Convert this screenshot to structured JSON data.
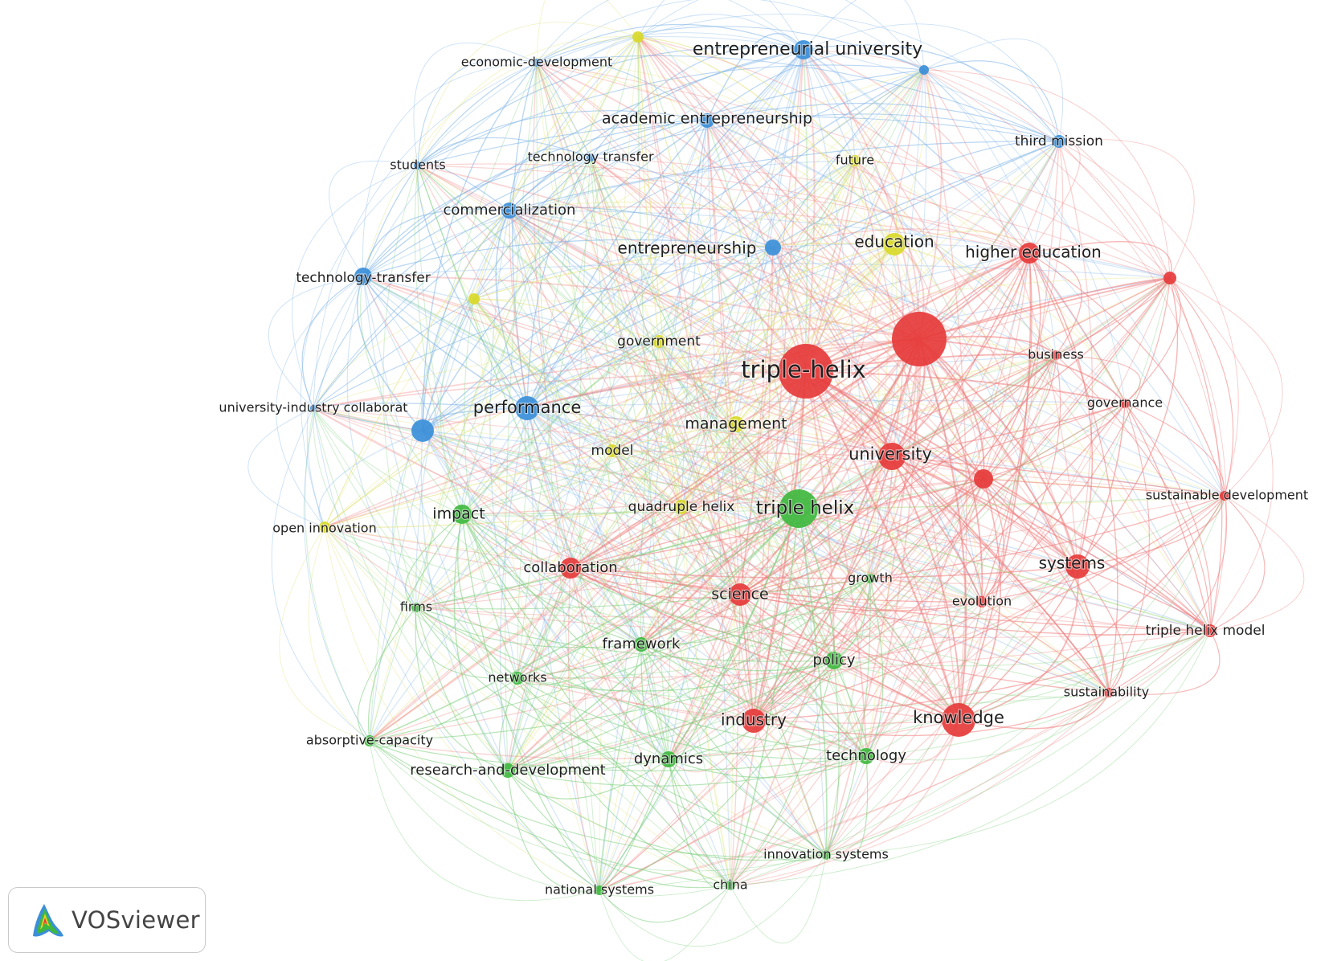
{
  "cluster_colors": {
    "red": "#e63b3b",
    "green": "#3fb83f",
    "blue": "#3b8fd9",
    "yellow": "#d9d92a"
  },
  "edge_colors": {
    "red": "#f07b7b",
    "green": "#7fd07f",
    "blue": "#7fb4e8",
    "yellow": "#e2e27a"
  },
  "nodes": [
    {
      "id": "entrepreneurial-university",
      "label": "entrepreneurial university",
      "cluster": "blue"
    },
    {
      "id": "economic-development",
      "label": "economic-development",
      "cluster": "blue"
    },
    {
      "id": "academic-entrepreneurship",
      "label": "academic entrepreneurship",
      "cluster": "blue"
    },
    {
      "id": "third-mission",
      "label": "third mission",
      "cluster": "blue"
    },
    {
      "id": "students",
      "label": "students",
      "cluster": "blue"
    },
    {
      "id": "technology-transfer-1",
      "label": "technology transfer",
      "cluster": "blue"
    },
    {
      "id": "commercialization",
      "label": "commercialization",
      "cluster": "blue"
    },
    {
      "id": "entrepreneurship",
      "label": "entrepreneurship",
      "cluster": "blue"
    },
    {
      "id": "technology-transfer-2",
      "label": "technology-transfer",
      "cluster": "blue"
    },
    {
      "id": "performance",
      "label": "performance",
      "cluster": "blue"
    },
    {
      "id": "university-industry",
      "label": "university-industry collaborat",
      "cluster": "blue"
    },
    {
      "id": "blue-unlabeled-1",
      "label": "",
      "cluster": "blue"
    },
    {
      "id": "blue-unlabeled-2",
      "label": "",
      "cluster": "blue"
    },
    {
      "id": "future",
      "label": "future",
      "cluster": "yellow"
    },
    {
      "id": "education",
      "label": "education",
      "cluster": "yellow"
    },
    {
      "id": "government",
      "label": "government",
      "cluster": "yellow"
    },
    {
      "id": "management",
      "label": "management",
      "cluster": "yellow"
    },
    {
      "id": "model",
      "label": "model",
      "cluster": "yellow"
    },
    {
      "id": "quadruple-helix",
      "label": "quadruple helix",
      "cluster": "yellow"
    },
    {
      "id": "open-innovation",
      "label": "open innovation",
      "cluster": "yellow"
    },
    {
      "id": "yellow-unlabeled-1",
      "label": "",
      "cluster": "yellow"
    },
    {
      "id": "yellow-unlabeled-2",
      "label": "",
      "cluster": "yellow"
    },
    {
      "id": "triple-helix-hyphen",
      "label": "triple-helix",
      "cluster": "red"
    },
    {
      "id": "red-big-unlabeled",
      "label": "",
      "cluster": "red"
    },
    {
      "id": "higher-education",
      "label": "higher education",
      "cluster": "red"
    },
    {
      "id": "red-unlabeled-right",
      "label": "",
      "cluster": "red"
    },
    {
      "id": "business",
      "label": "business",
      "cluster": "red"
    },
    {
      "id": "governance",
      "label": "governance",
      "cluster": "red"
    },
    {
      "id": "university",
      "label": "university",
      "cluster": "red"
    },
    {
      "id": "red-unlabeled-mid",
      "label": "",
      "cluster": "red"
    },
    {
      "id": "sustainable-development",
      "label": "sustainable development",
      "cluster": "red"
    },
    {
      "id": "systems",
      "label": "systems",
      "cluster": "red"
    },
    {
      "id": "evolution",
      "label": "evolution",
      "cluster": "red"
    },
    {
      "id": "triple-helix-model",
      "label": "triple helix model",
      "cluster": "red"
    },
    {
      "id": "sustainability",
      "label": "sustainability",
      "cluster": "red"
    },
    {
      "id": "knowledge",
      "label": "knowledge",
      "cluster": "red"
    },
    {
      "id": "industry",
      "label": "industry",
      "cluster": "red"
    },
    {
      "id": "science",
      "label": "science",
      "cluster": "red"
    },
    {
      "id": "collaboration",
      "label": "collaboration",
      "cluster": "red"
    },
    {
      "id": "triple-helix",
      "label": "triple helix",
      "cluster": "green"
    },
    {
      "id": "impact",
      "label": "impact",
      "cluster": "green"
    },
    {
      "id": "growth",
      "label": "growth",
      "cluster": "green"
    },
    {
      "id": "firms",
      "label": "firms",
      "cluster": "green"
    },
    {
      "id": "framework",
      "label": "framework",
      "cluster": "green"
    },
    {
      "id": "policy",
      "label": "policy",
      "cluster": "green"
    },
    {
      "id": "networks",
      "label": "networks",
      "cluster": "green"
    },
    {
      "id": "absorptive-capacity",
      "label": "absorptive-capacity",
      "cluster": "green"
    },
    {
      "id": "dynamics",
      "label": "dynamics",
      "cluster": "green"
    },
    {
      "id": "technology",
      "label": "technology",
      "cluster": "green"
    },
    {
      "id": "research-and-development",
      "label": "research-and-development",
      "cluster": "green"
    },
    {
      "id": "innovation-systems",
      "label": "innovation systems",
      "cluster": "green"
    },
    {
      "id": "national-systems",
      "label": "national systems",
      "cluster": "green"
    },
    {
      "id": "china",
      "label": "china",
      "cluster": "green"
    }
  ],
  "badge": {
    "name": "VOSviewer",
    "logo_icon": "vosviewer-logo-icon"
  }
}
